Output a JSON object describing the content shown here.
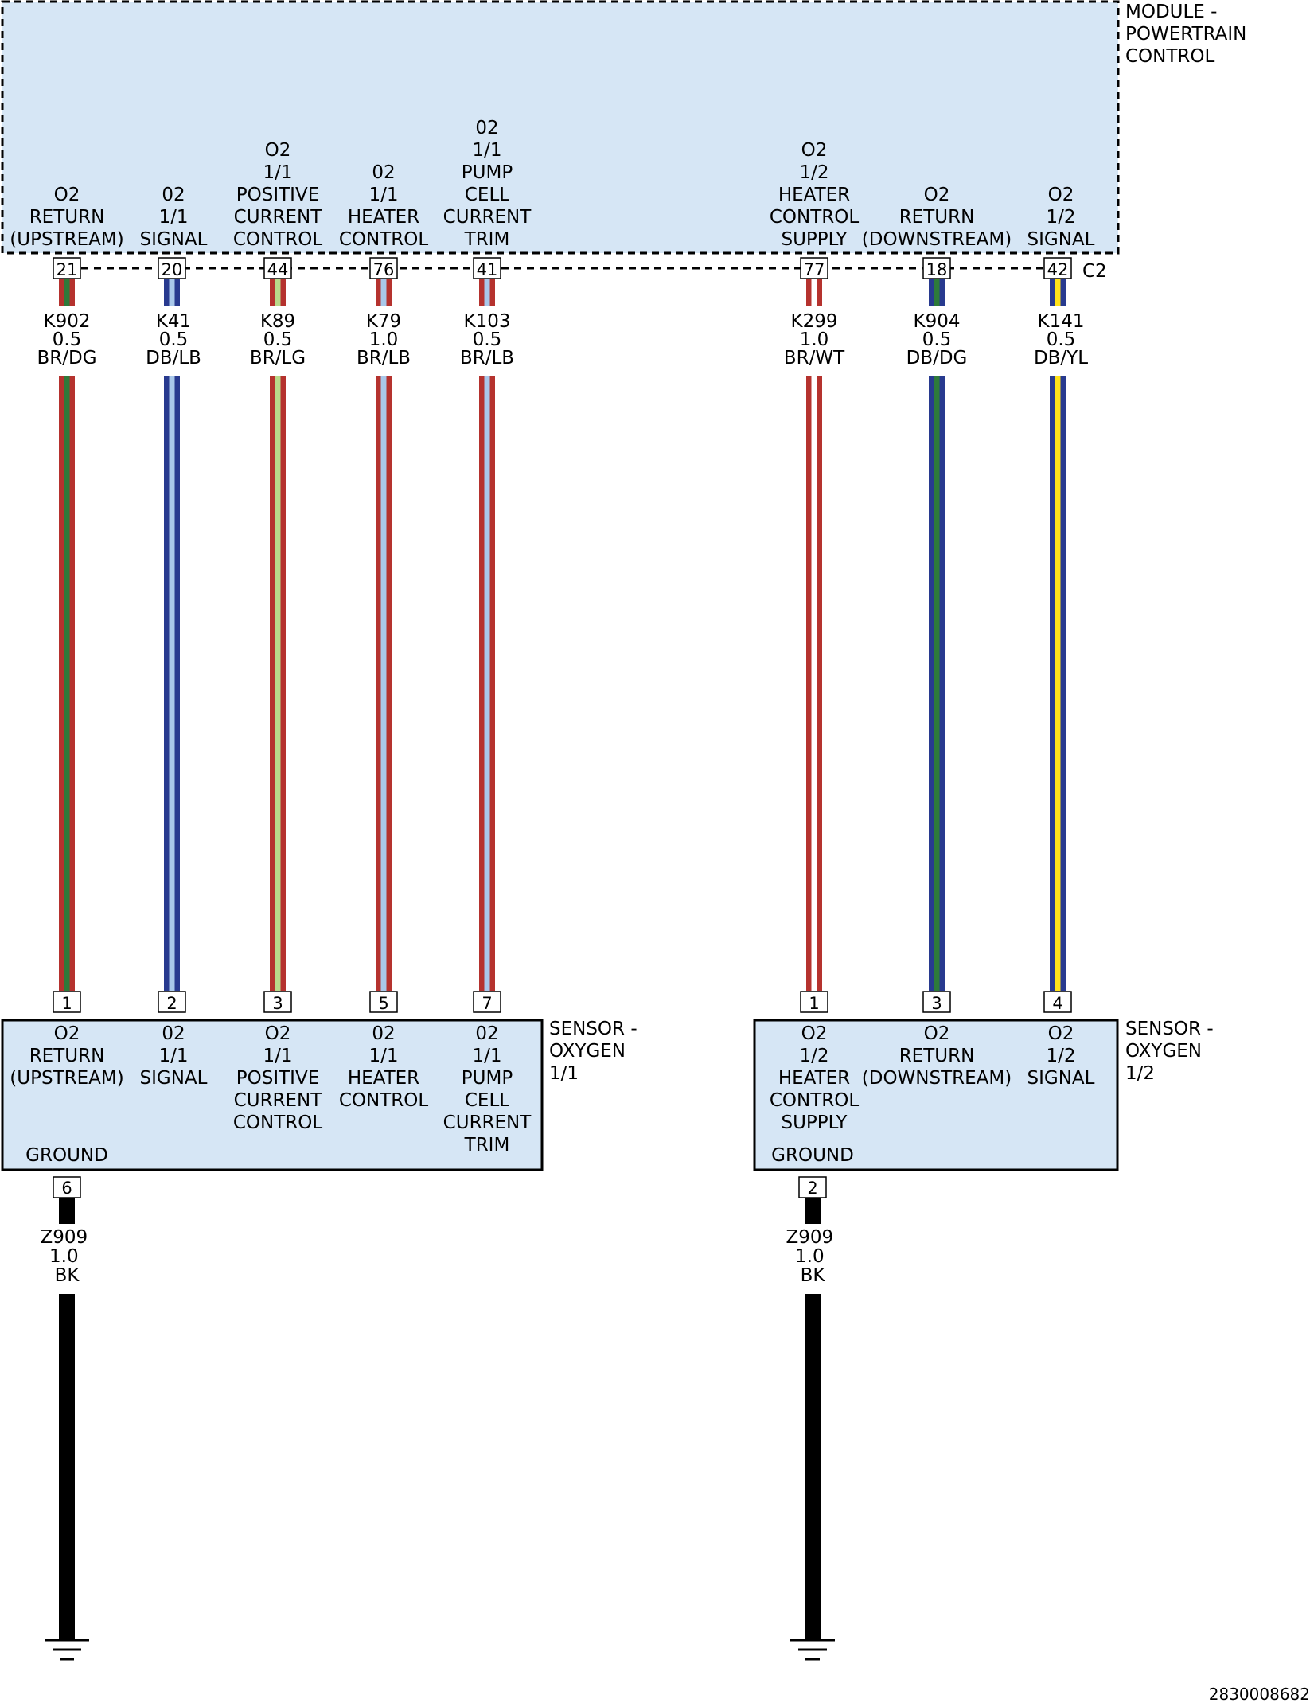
{
  "pcm": {
    "name": [
      "MODULE -",
      "POWERTRAIN",
      "CONTROL"
    ],
    "connector": "C2",
    "fill": "#d6e6f5",
    "pins": [
      {
        "pin": "21",
        "func": [
          "O2",
          "RETURN",
          "(UPSTREAM)"
        ]
      },
      {
        "pin": "20",
        "func": [
          "02",
          "1/1",
          "SIGNAL"
        ]
      },
      {
        "pin": "44",
        "func": [
          "O2",
          "1/1",
          "POSITIVE",
          "CURRENT",
          "CONTROL"
        ]
      },
      {
        "pin": "76",
        "func": [
          "02",
          "1/1",
          "HEATER",
          "CONTROL"
        ]
      },
      {
        "pin": "41",
        "func": [
          "02",
          "1/1",
          "PUMP",
          "CELL",
          "CURRENT",
          "TRIM"
        ]
      },
      {
        "pin": "77",
        "func": [
          "O2",
          "1/2",
          "HEATER",
          "CONTROL",
          "SUPPLY"
        ]
      },
      {
        "pin": "18",
        "func": [
          "O2",
          "RETURN",
          "(DOWNSTREAM)"
        ]
      },
      {
        "pin": "42",
        "func": [
          "O2",
          "1/2",
          "SIGNAL"
        ]
      }
    ]
  },
  "wires": [
    {
      "circuit": "K902",
      "gauge": "0.5",
      "color": "BR/DG",
      "base": "#b5322e",
      "stripe": "#2e7a3a"
    },
    {
      "circuit": "K41",
      "gauge": "0.5",
      "color": "DB/LB",
      "base": "#283a8f",
      "stripe": "#a9c8ea"
    },
    {
      "circuit": "K89",
      "gauge": "0.5",
      "color": "BR/LG",
      "base": "#b5322e",
      "stripe": "#b9d98a"
    },
    {
      "circuit": "K79",
      "gauge": "1.0",
      "color": "BR/LB",
      "base": "#b5322e",
      "stripe": "#a9c8ea"
    },
    {
      "circuit": "K103",
      "gauge": "0.5",
      "color": "BR/LB",
      "base": "#b5322e",
      "stripe": "#a9c8ea"
    },
    {
      "circuit": "K299",
      "gauge": "1.0",
      "color": "BR/WT",
      "base": "#b5322e",
      "stripe": "#ffffff"
    },
    {
      "circuit": "K904",
      "gauge": "0.5",
      "color": "DB/DG",
      "base": "#283a8f",
      "stripe": "#2e7a3a"
    },
    {
      "circuit": "K141",
      "gauge": "0.5",
      "color": "DB/YL",
      "base": "#283a8f",
      "stripe": "#ffe21a"
    }
  ],
  "sensor_1_1": {
    "name": [
      "SENSOR -",
      "OXYGEN",
      "1/1"
    ],
    "pins": [
      {
        "pin": "1",
        "func": [
          "O2",
          "RETURN",
          "(UPSTREAM)"
        ]
      },
      {
        "pin": "2",
        "func": [
          "02",
          "1/1",
          "SIGNAL"
        ]
      },
      {
        "pin": "3",
        "func": [
          "O2",
          "1/1",
          "POSITIVE",
          "CURRENT",
          "CONTROL"
        ]
      },
      {
        "pin": "5",
        "func": [
          "02",
          "1/1",
          "HEATER",
          "CONTROL"
        ]
      },
      {
        "pin": "7",
        "func": [
          "02",
          "1/1",
          "PUMP",
          "CELL",
          "CURRENT",
          "TRIM"
        ]
      }
    ],
    "ground_label": "GROUND",
    "ground_pin": "6"
  },
  "sensor_1_2": {
    "name": [
      "SENSOR -",
      "OXYGEN",
      "1/2"
    ],
    "pins": [
      {
        "pin": "1",
        "func": [
          "O2",
          "1/2",
          "HEATER",
          "CONTROL",
          "SUPPLY"
        ]
      },
      {
        "pin": "3",
        "func": [
          "O2",
          "RETURN",
          "(DOWNSTREAM)"
        ]
      },
      {
        "pin": "4",
        "func": [
          "O2",
          "1/2",
          "SIGNAL"
        ]
      }
    ],
    "ground_label": "GROUND",
    "ground_pin": "2"
  },
  "ground_wires": [
    {
      "circuit": "Z909",
      "gauge": "1.0",
      "color": "BK"
    },
    {
      "circuit": "Z909",
      "gauge": "1.0",
      "color": "BK"
    }
  ],
  "doc_number": "2830008682"
}
